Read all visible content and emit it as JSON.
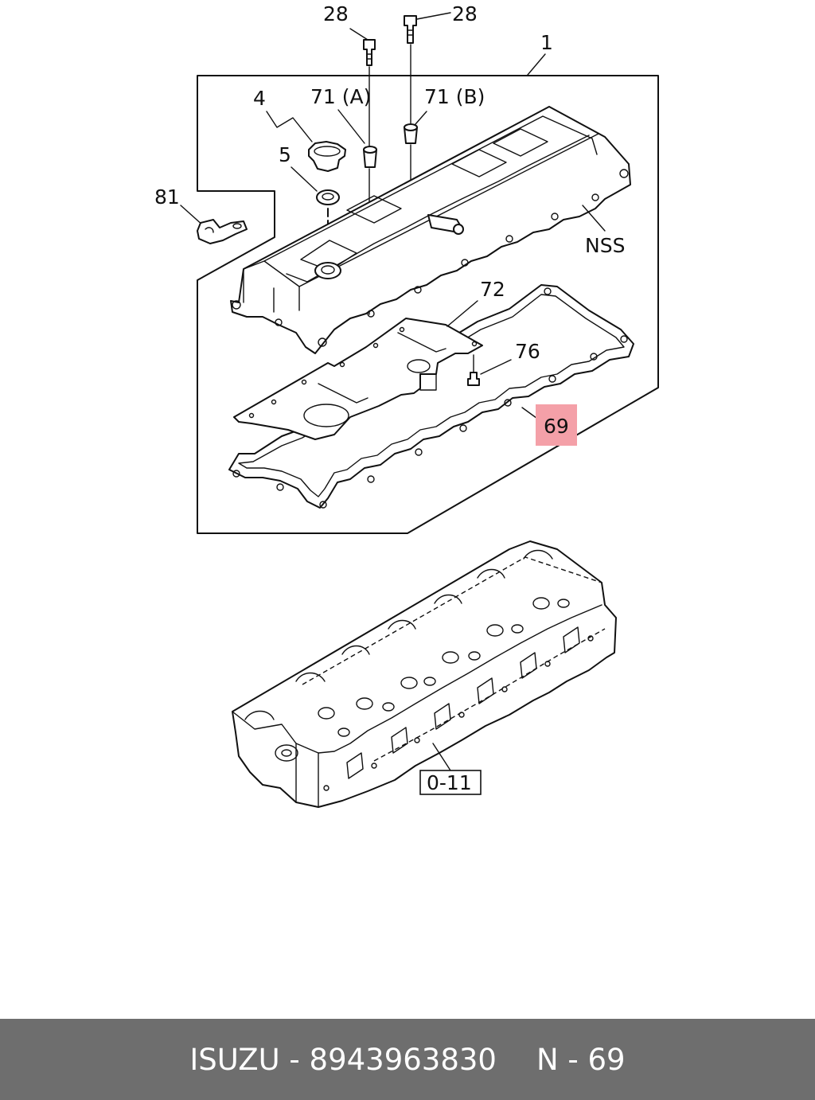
{
  "callouts": {
    "c28a": "28",
    "c28b": "28",
    "c1": "1",
    "c4": "4",
    "c71a": "71 (A)",
    "c71b": "71 (B)",
    "c5": "5",
    "c81": "81",
    "cnss": "NSS",
    "c72": "72",
    "c76": "76",
    "c69": "69",
    "c011": "0-11"
  },
  "highlight_color": "#f4a0a8",
  "footer": {
    "brand": "ISUZU",
    "separator": "-",
    "part_number": "8943963830",
    "ref": "N - 69"
  }
}
